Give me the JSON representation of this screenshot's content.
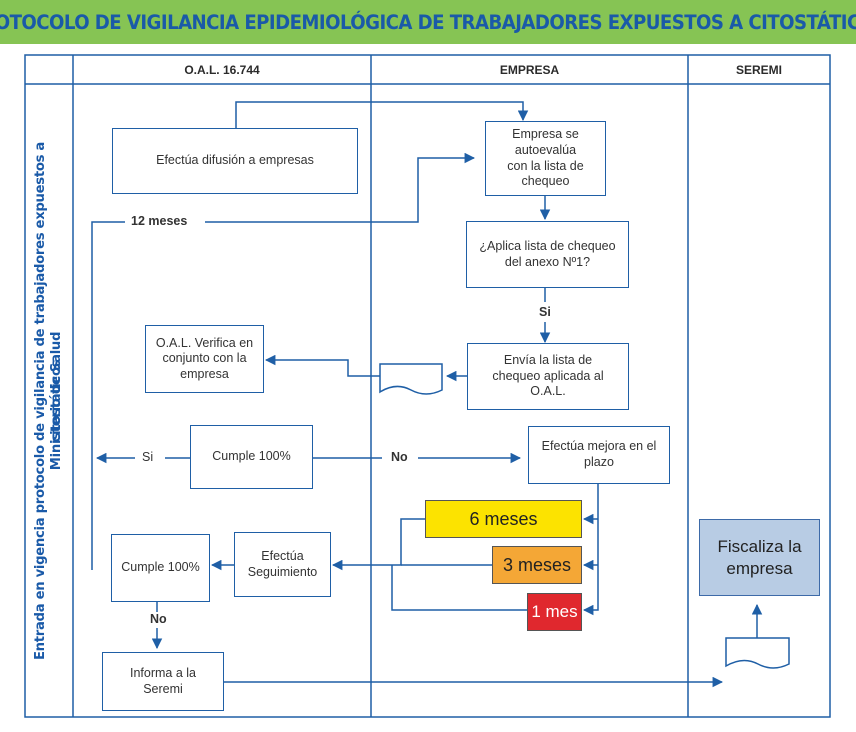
{
  "title": "PROTOCOLO DE VIGILANCIA EPIDEMIOLÓGICA DE TRABAJADORES EXPUESTOS A CITOSTÁTICOS",
  "columns": {
    "oal": "O.A.L. 16.744",
    "empresa": "EMPRESA",
    "seremi": "SEREMI"
  },
  "sidebar": {
    "line1": "Entrada en vigencia protocolo de vigilancia de trabajadores expuestos a citostáticos",
    "line2": "Ministerio de Salud"
  },
  "boxes": {
    "difusion": "Efectúa difusión a empresas",
    "autoevalua": "Empresa se autoevalúa con la lista de chequeo",
    "aplica": "¿Aplica lista de chequeo del anexo Nº1?",
    "envia": "Envía la lista de chequeo aplicada al O.A.L.",
    "verifica": "O.A.L. Verifica en conjunto con la empresa",
    "cumple1": "Cumple 100%",
    "mejora": "Efectúa mejora en el plazo",
    "seguimiento": "Efectúa Seguimiento",
    "cumple2": "Cumple 100%",
    "informa": "Informa a la Seremi",
    "fiscaliza": "Fiscaliza la empresa"
  },
  "timeframes": [
    {
      "label": "6 meses",
      "color": "#fce300"
    },
    {
      "label": "3 meses",
      "color": "#f4a736"
    },
    {
      "label": "1 mes",
      "color": "#e0282e"
    }
  ],
  "edge_labels": {
    "doce_meses": "12 meses",
    "si_aplica": "Si",
    "si_cumple": "Si",
    "no_cumple": "No",
    "no_cumple2": "No"
  },
  "colors": {
    "banner": "#86c454",
    "title": "#1a5aa8",
    "line": "#1f5fa6",
    "fiscaliza_fill": "#b8cce4"
  }
}
